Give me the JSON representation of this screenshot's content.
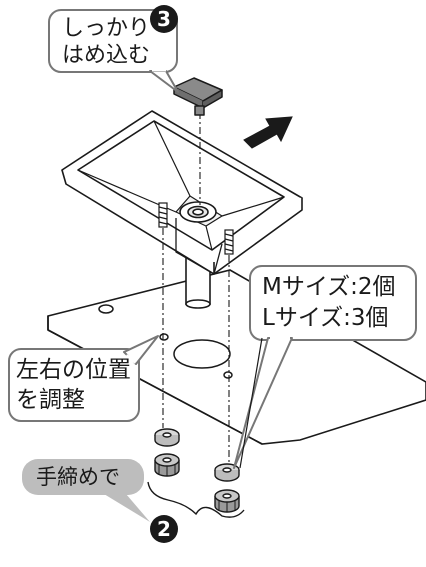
{
  "callouts": {
    "snap_in": {
      "line1": "しっかり",
      "line2": "はめ込む"
    },
    "adjust": {
      "line1": "左右の位置",
      "line2": "を調整"
    },
    "hand_tighten": {
      "text": "手締めで"
    },
    "sizes": {
      "line1": "Mサイズ:2個",
      "line2": "Lサイズ:3個"
    }
  },
  "steps": {
    "snap_in": "3",
    "hand_tighten": "2"
  },
  "colors": {
    "line": "#1a1a1a",
    "bubble_fill": "#ffffff",
    "bubble_border": "#777777",
    "gray_bubble": "#bdbdbd",
    "cap_fill": "#8a8a8a"
  },
  "icons": [
    "arrow-icon",
    "cap-icon",
    "basin-icon",
    "plate-icon",
    "washer-icon",
    "nut-icon"
  ]
}
